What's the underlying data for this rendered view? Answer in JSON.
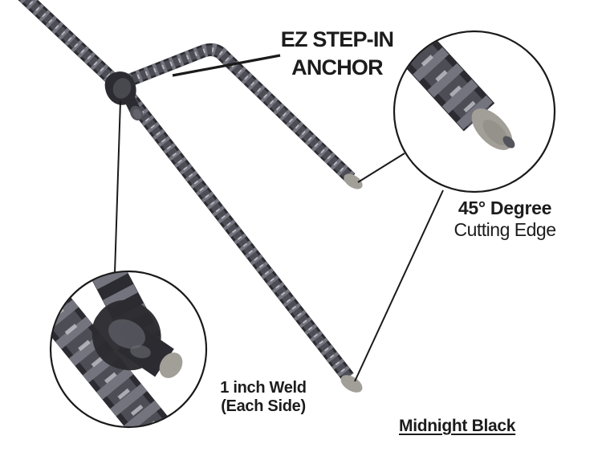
{
  "callouts": {
    "anchor": {
      "line1": "EZ STEP-IN",
      "line2": "ANCHOR"
    },
    "cutting_edge": {
      "title": "45° Degree",
      "subtitle": "Cutting Edge"
    },
    "weld": {
      "line1": "1 inch Weld",
      "line2": "(Each Side)"
    },
    "finish": {
      "label": "Midnight Black"
    }
  },
  "colors": {
    "background": "#ffffff",
    "text": "#1c1c1c",
    "line": "#1a1a1a",
    "rebar_dark": "#2b2b31",
    "rebar_mid": "#4d4d55",
    "rebar_rib": "#74747e",
    "rebar_highlight": "#c3c3cb",
    "cut_face": "#a29e98"
  }
}
